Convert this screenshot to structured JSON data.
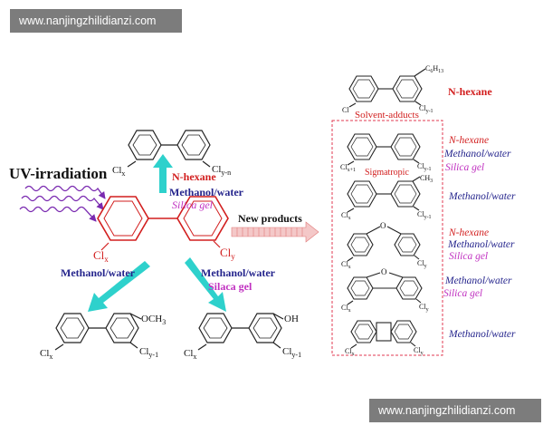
{
  "watermark_top": "www.nanjingzhilidianzi.com",
  "watermark_bottom": "www.nanjingzhilidianzi.com",
  "colors": {
    "red": "#d21e1e",
    "blue": "#24248c",
    "magenta": "#c030c0",
    "teal": "#2ed1cc",
    "purple": "#7a2ab0",
    "dash": "#e03a50"
  },
  "labels": {
    "uv": "UV-irradiation",
    "new_products": "New products",
    "center_cl_x": "Cl",
    "center_cl_x_sub": "x",
    "center_cl_y": "Cl",
    "center_cl_y_sub": "y",
    "up_hexane": "N-hexane",
    "up_methanol": "Methanol/water",
    "up_silica": "Silica gel",
    "left_methanol": "Methanol/water",
    "right_methanol": "Methanol/water",
    "right_silica": "Silaca gel",
    "top_cl_x": "Cl",
    "top_cl_x_sub": "x",
    "top_cl_y": "Cl",
    "top_cl_y_sub": "y-n",
    "ome_cl_x": "Cl",
    "ome_cl_x_sub": "x",
    "ome_group": "OCH",
    "ome_group_sub": "3",
    "ome_cl_y": "Cl",
    "ome_cl_y_sub": "y-1",
    "oh_cl_x": "Cl",
    "oh_cl_x_sub": "x",
    "oh_group": "OH",
    "oh_cl_y": "Cl",
    "oh_cl_y_sub": "y-1"
  },
  "products": {
    "adduct_cl": "Cl",
    "adduct_group": "C",
    "adduct_group_sub": "6",
    "adduct_group_h": "H",
    "adduct_group_h_sub": "13",
    "adduct_cl_y": "Cl",
    "adduct_cl_y_sub": "y-1",
    "adduct_solvent": "N-hexane",
    "solvent_adducts": "Solvent-adducts",
    "sig_cl_x": "Cl",
    "sig_cl_x_sub": "x+1",
    "sig_cl_y": "Cl",
    "sig_cl_y_sub": "y-1",
    "sigmatropic": "Sigmatropic",
    "p1_hexane": "N-hexane",
    "p1_methanol": "Methanol/water",
    "p1_silica": "Silica gel",
    "p2_methyl": "CH",
    "p2_methyl_sub": "3",
    "p2_cl_x": "Cl",
    "p2_cl_x_sub": "x",
    "p2_cl_y": "Cl",
    "p2_cl_y_sub": "y-1",
    "p2_methanol": "Methanol/water",
    "p3_o": "O",
    "p3_cl_x": "Cl",
    "p3_cl_x_sub": "x",
    "p3_cl_y": "Cl",
    "p3_cl_y_sub": "y",
    "p3_hexane": "N-hexane",
    "p3_methanol": "Methanol/water",
    "p3_silica": "Silica gel",
    "p4_o": "O",
    "p4_cl_x": "Cl",
    "p4_cl_x_sub": "x",
    "p4_cl_y": "Cl",
    "p4_cl_y_sub": "y",
    "p4_methanol": "Methanol/water",
    "p4_silica": "Silica gel",
    "p5_cl_x": "Cl",
    "p5_cl_x_sub": "x",
    "p5_cl_y": "Cl",
    "p5_cl_y_sub": "y",
    "p5_methanol": "Methanol/water"
  }
}
